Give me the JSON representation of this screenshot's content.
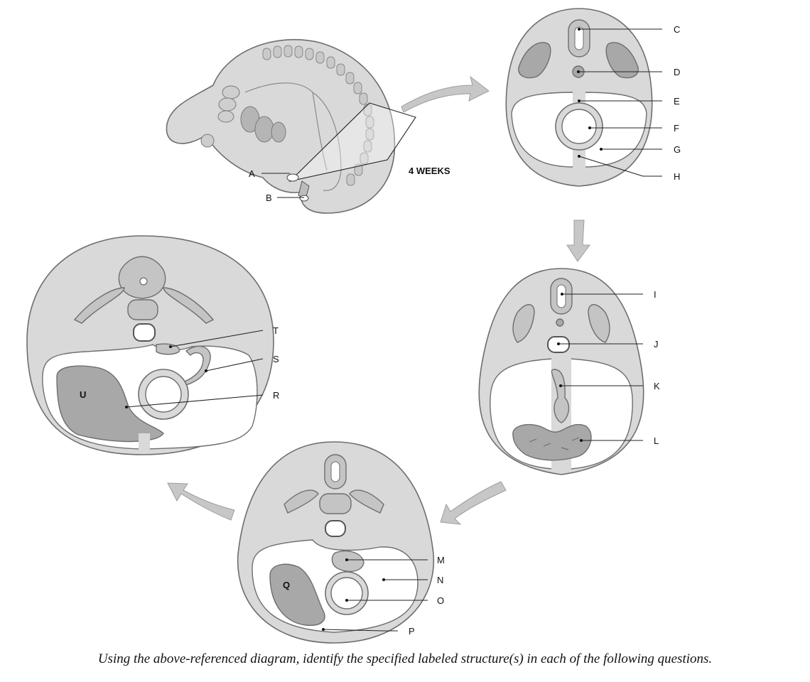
{
  "figure": {
    "stage_label": "4 WEEKS",
    "labels": {
      "A": "A",
      "B": "B",
      "C": "C",
      "D": "D",
      "E": "E",
      "F": "F",
      "G": "G",
      "H": "H",
      "I": "I",
      "J": "J",
      "K": "K",
      "L": "L",
      "M": "M",
      "N": "N",
      "O": "O",
      "P": "P",
      "Q": "Q",
      "R": "R",
      "S": "S",
      "T": "T",
      "U": "U"
    }
  },
  "caption": "Using the above-referenced diagram, identify the specified labeled structure(s) in each of the following questions."
}
